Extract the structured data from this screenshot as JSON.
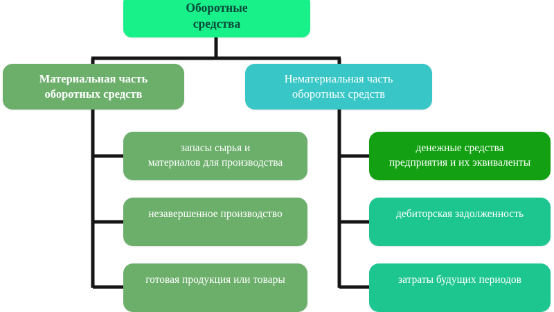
{
  "diagram": {
    "title": "Оборотные средства",
    "root": {
      "id": "root",
      "label": "Оборотные\nсредства",
      "color": "#18F08A",
      "text_color": "#0C4A3A"
    },
    "branches": [
      {
        "id": "material",
        "label": "Материальная   часть\nоборотных  средств",
        "color": "#6CAF6B",
        "text_color": "#FFFFFF",
        "children": [
          {
            "id": "raw",
            "label": "запасы сырья и\nматериалов для производства",
            "color": "#6CAF6B",
            "text_color": "#FFFFFF"
          },
          {
            "id": "wip",
            "label": "незавершенное производство",
            "color": "#6CAF6B",
            "text_color": "#FFFFFF"
          },
          {
            "id": "finished",
            "label": "готовая продукция или товары",
            "color": "#6CAF6B",
            "text_color": "#FFFFFF"
          }
        ]
      },
      {
        "id": "intangible",
        "label": "Нематериальная часть\nоборотных средств",
        "color": "#38C6C6",
        "text_color": "#FFFFFF",
        "children": [
          {
            "id": "cash",
            "label": "денежные средства\nпредприятия и их эквиваленты",
            "color": "#13A113",
            "text_color": "#FFFFFF"
          },
          {
            "id": "recv",
            "label": "дебиторская задолженность",
            "color": "#1DC68F",
            "text_color": "#FFFFFF"
          },
          {
            "id": "prepaid",
            "label": "затраты будущих периодов",
            "color": "#1DC68F",
            "text_color": "#FFFFFF"
          }
        ]
      }
    ],
    "connector_color": "#151515",
    "background": "#FFFFFF"
  }
}
